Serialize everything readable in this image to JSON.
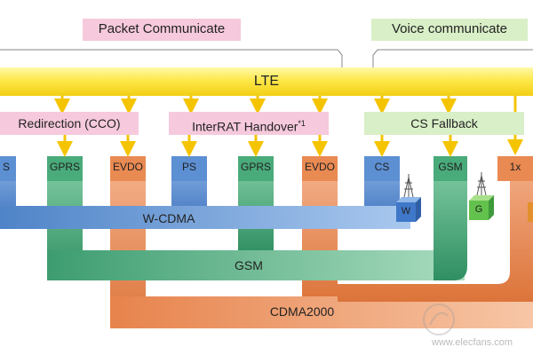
{
  "headers": {
    "packet": "Packet Communicate",
    "voice": "Voice communicate"
  },
  "lte": "LTE",
  "mechanisms": {
    "redirection": "Redirection (CCO)",
    "handover": "InterRAT Handover",
    "handover_note": "*1",
    "cs_fallback": "CS Fallback"
  },
  "techs": [
    "S",
    "GPRS",
    "EVDO",
    "PS",
    "GPRS",
    "EVDO",
    "CS",
    "GSM",
    "1x"
  ],
  "networks": {
    "wcdma": "W-CDMA",
    "gsm": "GSM",
    "cdma2000": "CDMA2000"
  },
  "base_stations": [
    "W",
    "G"
  ],
  "watermark": "www.elecfans.com",
  "colors": {
    "lte": "#f8dc2c",
    "packet_label": "#f6c9dc",
    "voice_label": "#d9efc7",
    "wcdma": "#5b8fd0",
    "gsm": "#45a878",
    "cdma": "#e88d58",
    "arrow": "#f5c400"
  }
}
